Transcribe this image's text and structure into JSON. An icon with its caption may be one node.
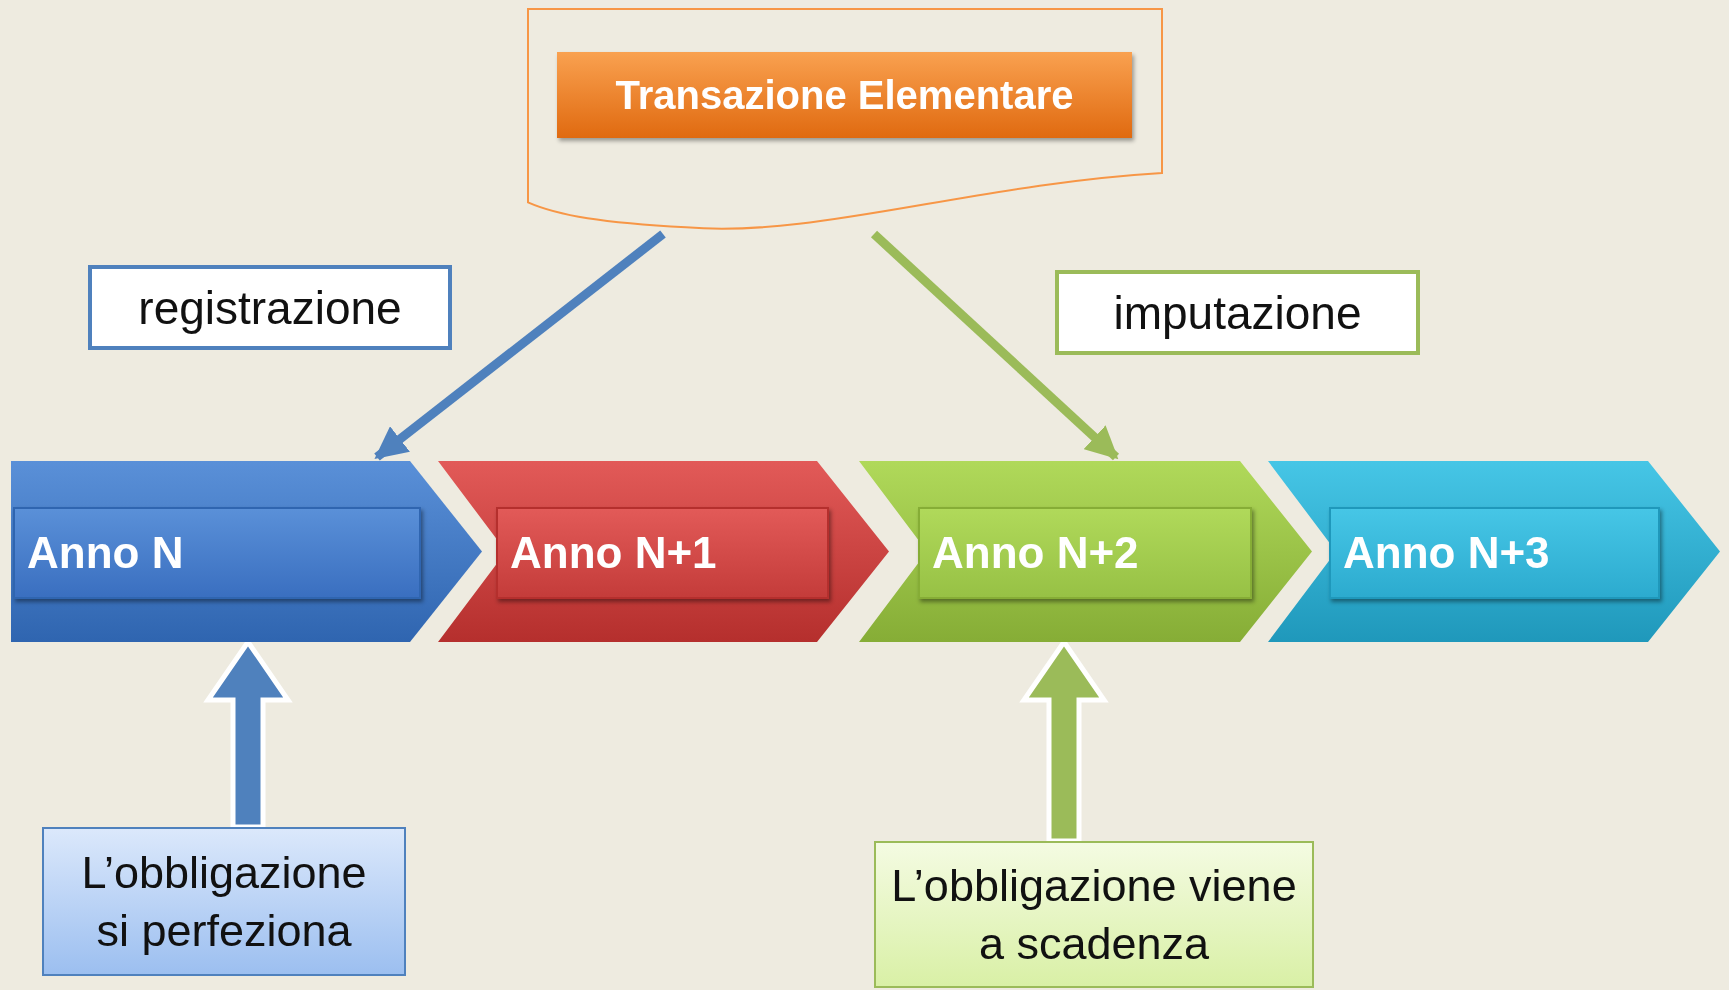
{
  "diagram": {
    "nodes": [
      {
        "text": [],
        "shape": "document"
      },
      {
        "text": [
          "Transazione Elementare"
        ],
        "in": 0
      },
      {
        "text": [
          "registrazione"
        ]
      },
      {
        "text": [
          "imputazione"
        ]
      },
      {
        "text": [
          "Anno N"
        ]
      },
      {
        "text": [
          "Anno N+1"
        ]
      },
      {
        "text": [
          "Anno N+2"
        ]
      },
      {
        "text": [
          "Anno N+3"
        ]
      },
      {
        "text": [
          "L’obbligazione si perfeziona"
        ]
      },
      {
        "text": [
          "L’obbligazione viene a scadenza"
        ]
      }
    ],
    "edges": [
      {
        "from": 0,
        "to": 4,
        "arrow": "to",
        "color": "#4f81bd"
      },
      {
        "from": 0,
        "to": 6,
        "arrow": "to",
        "color": "#9bbb59"
      },
      {
        "from": 8,
        "to": 4,
        "arrow": "to",
        "style": "thick",
        "color": "#4f81bd"
      },
      {
        "from": 9,
        "to": 6,
        "arrow": "to",
        "style": "thick",
        "color": "#9bbb59"
      }
    ]
  }
}
